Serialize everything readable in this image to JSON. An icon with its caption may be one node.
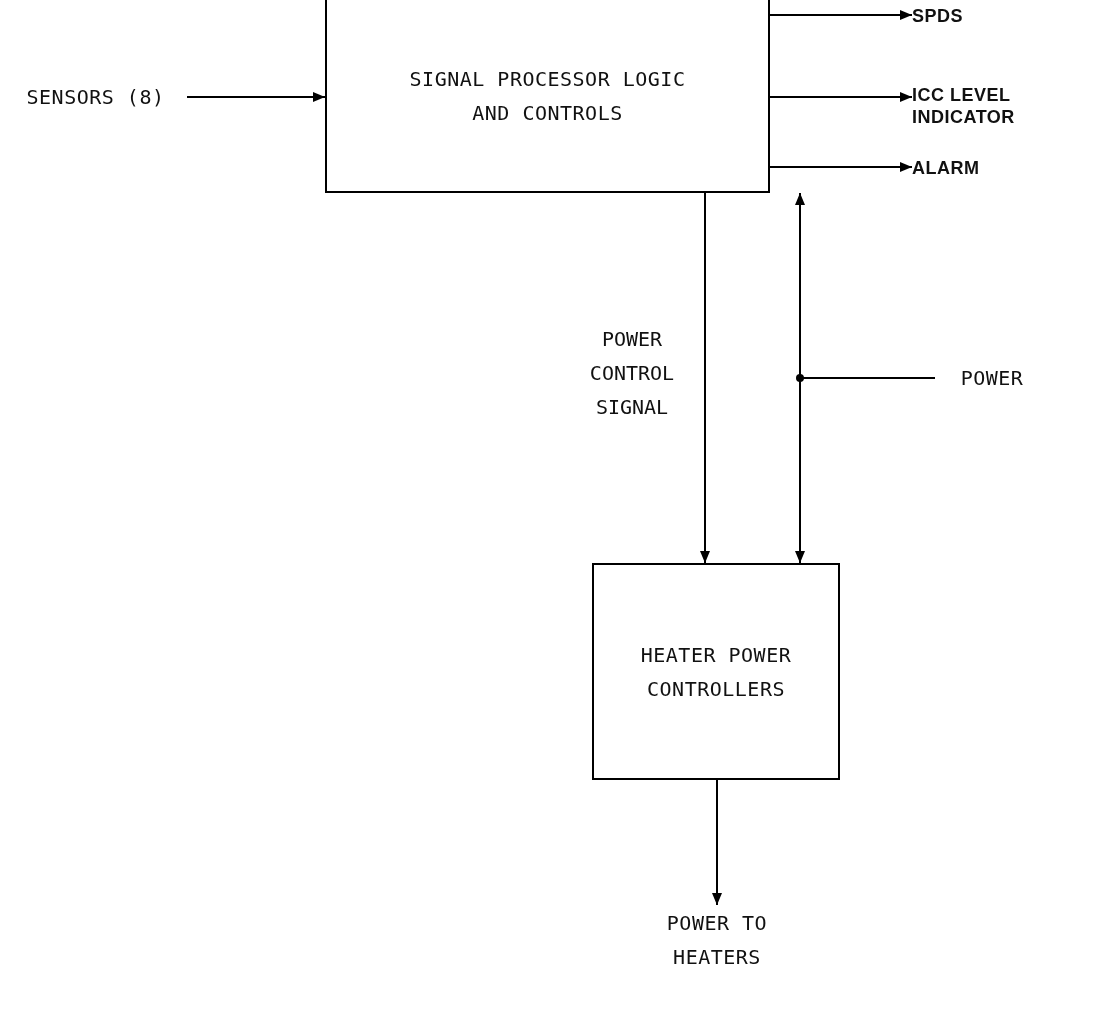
{
  "diagram": {
    "nodes": [
      {
        "text": [
          "SIGNAL PROCESSOR LOGIC AND CONTROLS"
        ]
      },
      {
        "text": [
          "HEATER POWER CONTROLLERS"
        ]
      },
      {
        "text": [
          "SENSORS (8)"
        ]
      },
      {
        "text": [
          "SPDS"
        ]
      },
      {
        "text": [
          "ICC LEVEL INDICATOR"
        ]
      },
      {
        "text": [
          "ALARM"
        ]
      },
      {
        "text": [
          "POWER"
        ]
      },
      {
        "text": [
          "POWER TO HEATERS"
        ]
      }
    ],
    "edges": [
      {
        "from": 2,
        "to": 0,
        "arrow": "to"
      },
      {
        "from": 0,
        "to": 3,
        "arrow": "to"
      },
      {
        "from": 0,
        "to": 4,
        "arrow": "to"
      },
      {
        "from": 0,
        "to": 5,
        "arrow": "to"
      },
      {
        "from": 0,
        "to": 1,
        "arrow": "to",
        "label": "POWER CONTROL SIGNAL"
      },
      {
        "from": 6,
        "to": 0,
        "arrow": "to"
      },
      {
        "from": 6,
        "to": 1,
        "arrow": "to"
      },
      {
        "from": 1,
        "to": 7,
        "arrow": "to"
      }
    ]
  }
}
